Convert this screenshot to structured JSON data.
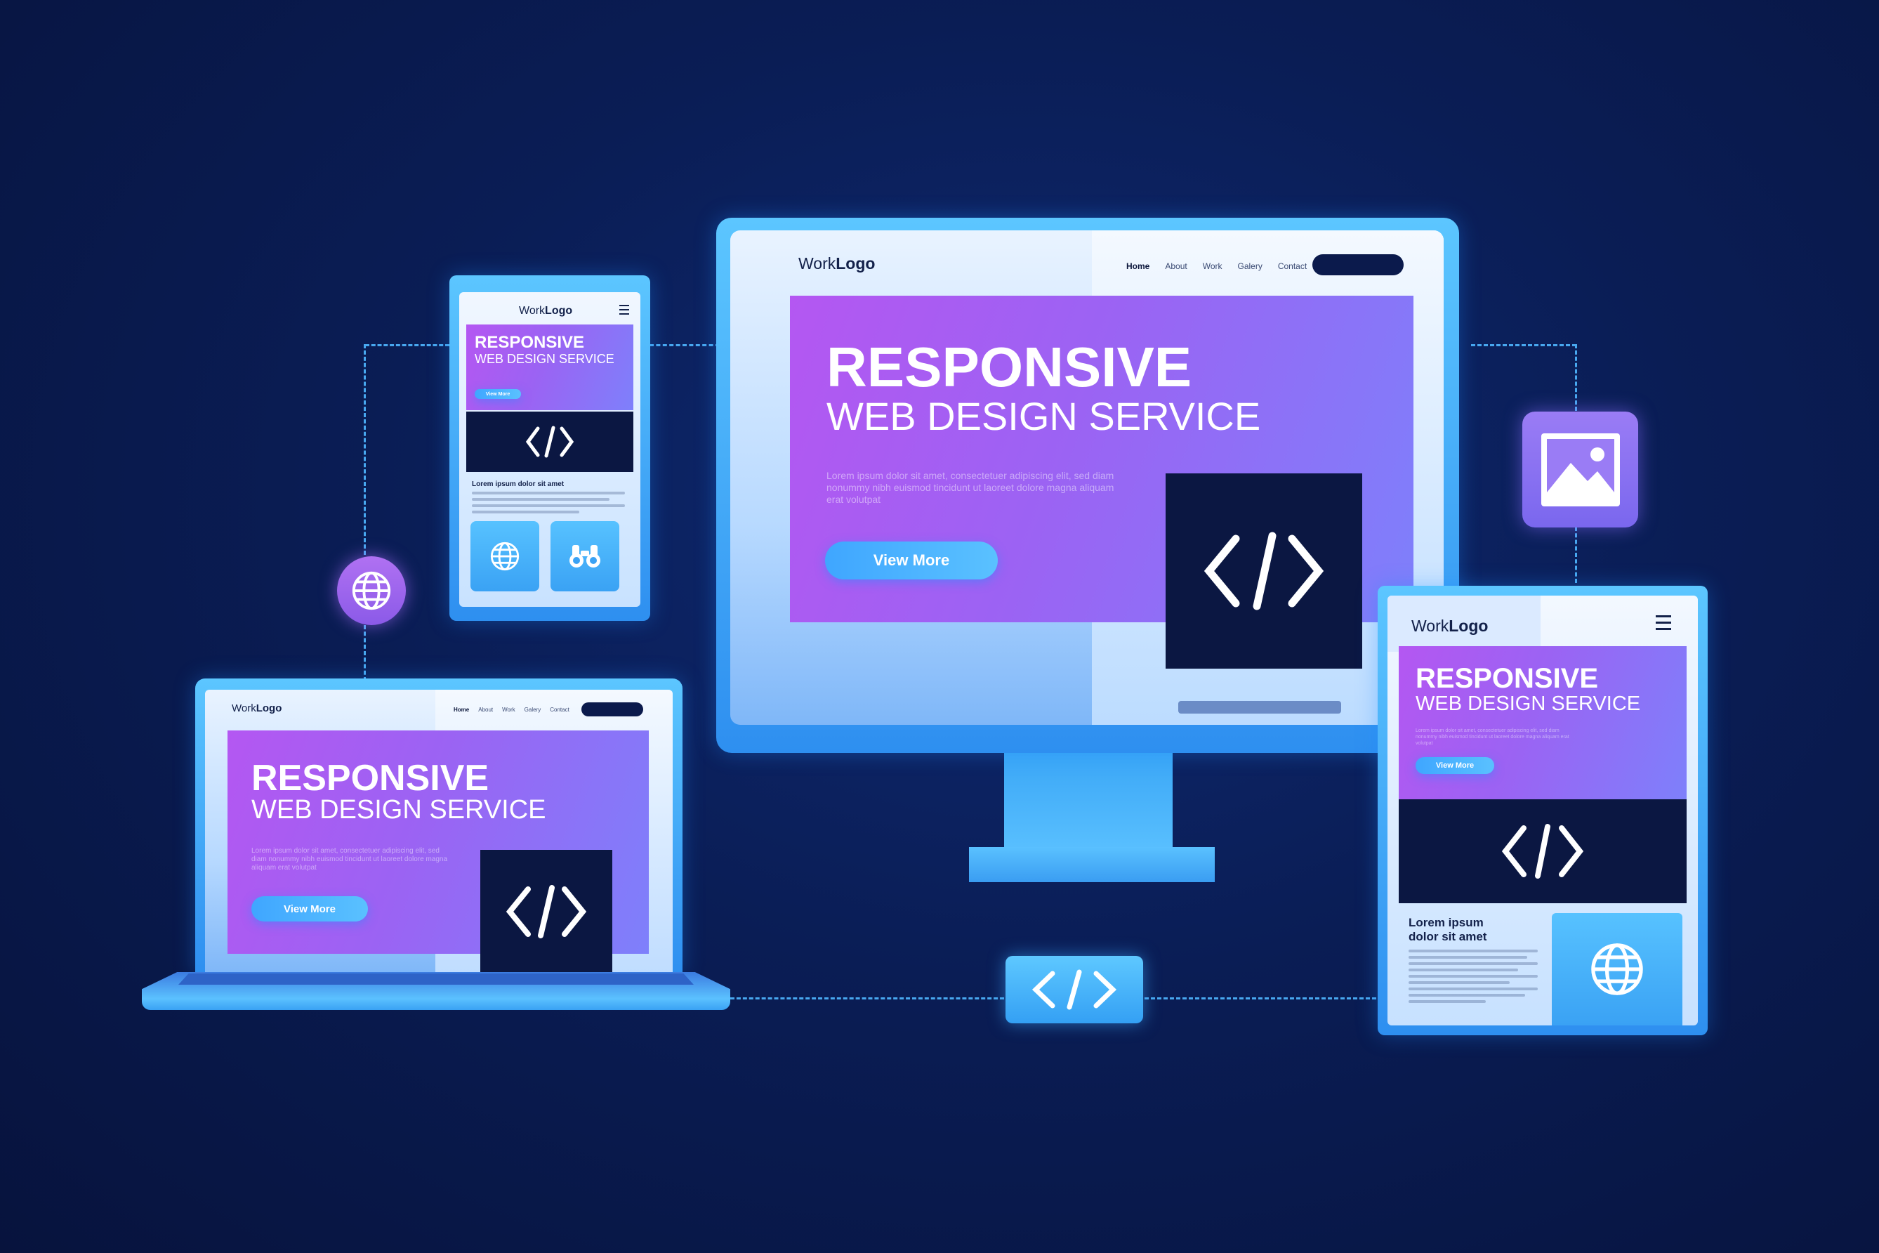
{
  "brand": {
    "logo_prefix": "Work",
    "logo_suffix": "Logo"
  },
  "nav": {
    "home": "Home",
    "about": "About",
    "work": "Work",
    "gallery": "Galery",
    "contact": "Contact"
  },
  "hero": {
    "title": "RESPONSIVE",
    "subtitle": "WEB DESIGN SERVICE",
    "body": "Lorem ipsum dolor sit amet, consectetuer adipiscing elit, sed diam nonummy nibh euismod tincidunt ut laoreet dolore magna aliquam erat volutpat",
    "cta": "View More"
  },
  "phone": {
    "section_heading": "Lorem ipsum dolor sit amet"
  },
  "tablet": {
    "section_heading_line1": "Lorem ipsum",
    "section_heading_line2": "dolor sit amet"
  },
  "colors": {
    "background": "#0a1d55",
    "accent_blue": "#3fa6ff",
    "hero_purple": "#b457f2",
    "code_dark": "#0b1742"
  },
  "icons": [
    "globe-icon",
    "image-icon",
    "code-icon",
    "binoculars-icon",
    "menu-icon"
  ]
}
